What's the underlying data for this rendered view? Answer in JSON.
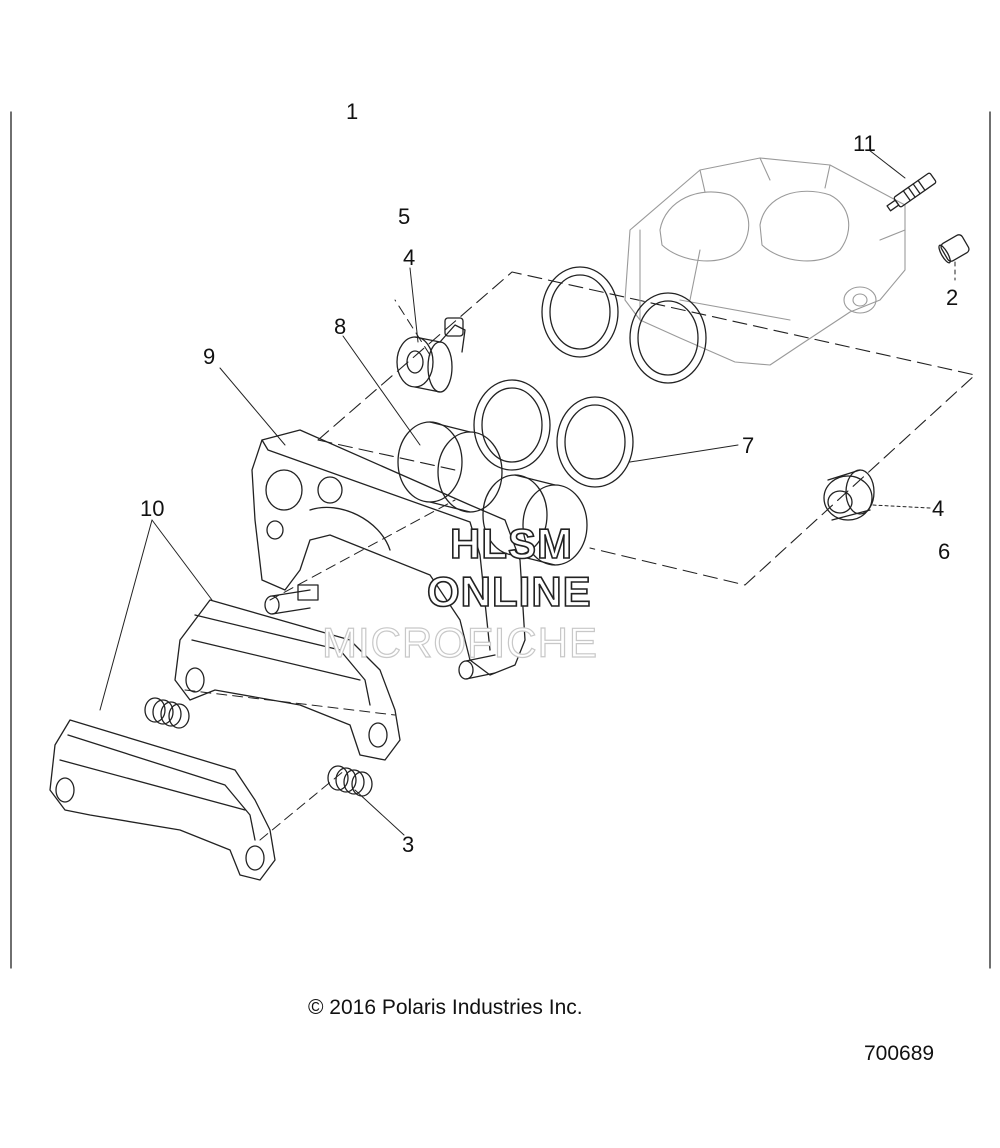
{
  "diagram": {
    "callouts": [
      {
        "id": "1",
        "text": "1"
      },
      {
        "id": "2",
        "text": "2"
      },
      {
        "id": "3",
        "text": "3"
      },
      {
        "id": "4a",
        "text": "4"
      },
      {
        "id": "4b",
        "text": "4"
      },
      {
        "id": "5",
        "text": "5"
      },
      {
        "id": "6",
        "text": "6"
      },
      {
        "id": "7",
        "text": "7"
      },
      {
        "id": "8",
        "text": "8"
      },
      {
        "id": "9",
        "text": "9"
      },
      {
        "id": "10",
        "text": "10"
      },
      {
        "id": "11",
        "text": "11"
      }
    ],
    "watermark": {
      "line1": "HLSM",
      "line2": "ONLINE",
      "line3": "MICROFICHE"
    },
    "copyright": "© 2016 Polaris Industries Inc.",
    "figure_id": "700689"
  }
}
